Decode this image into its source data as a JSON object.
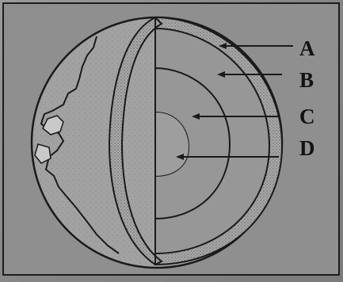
{
  "diagram": {
    "layers": [
      {
        "label": "A"
      },
      {
        "label": "B"
      },
      {
        "label": "C"
      },
      {
        "label": "D"
      }
    ]
  },
  "colors": {
    "background": "#8f8f8f",
    "outline": "#1a1a1a",
    "ink": "#121212"
  }
}
